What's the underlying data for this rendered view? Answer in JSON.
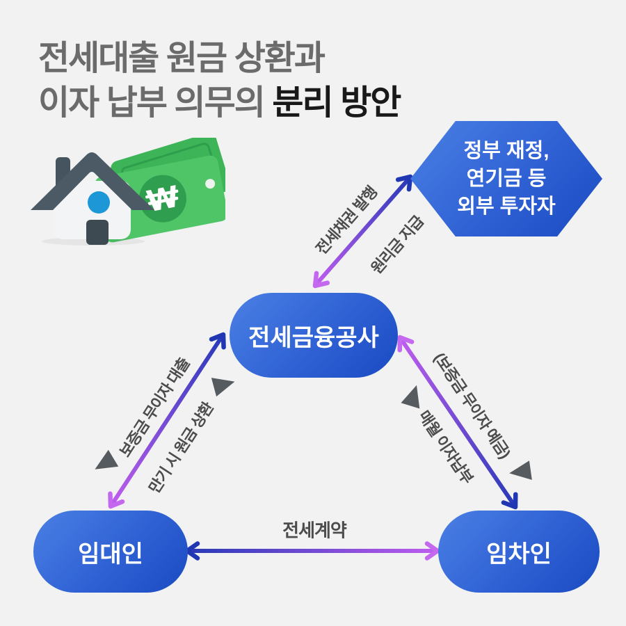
{
  "title": {
    "line1": "전세대출 원금 상환과",
    "line2_gray": "이자 납부 의무의",
    "line2_emph": "분리 방안"
  },
  "icons": {
    "hero": "house-with-won-banknotes-3d-icon",
    "won_symbol": "W",
    "flow_triangle": "direction-triangle"
  },
  "nodes": {
    "investor": {
      "shape": "hexagon",
      "line1": "정부 재정,",
      "line2": "연기금 등",
      "line3": "외부 투자자"
    },
    "corporation": {
      "shape": "pill",
      "label": "전세금융공사"
    },
    "landlord": {
      "shape": "pill",
      "label": "임대인"
    },
    "tenant": {
      "shape": "pill",
      "label": "임차인"
    }
  },
  "edges": {
    "corp_investor": {
      "upper_label": "전세채권 발행",
      "lower_label": "원리금 지급"
    },
    "corp_landlord": {
      "upper_label": "보증금 무이자 대출",
      "lower_label": "만기 시 원금 상환"
    },
    "corp_tenant": {
      "right_label": "(보증금 무이자 예금)",
      "left_label": "매월 이자납부"
    },
    "landlord_tenant": {
      "label": "전세계약"
    }
  },
  "colors": {
    "background": "#f1f2f1",
    "node_gradient_start": "#4b80e4",
    "node_gradient_end": "#1a4ac2",
    "arrow_blue": "#2a3ab8",
    "arrow_purple": "#bd5cee",
    "label_text": "#4c4c4c",
    "title_gray": "#6b6b6b",
    "title_black": "#191919",
    "triangle_gray": "#565b60",
    "banknote_green": "#4fc568",
    "house_roof": "#4b5a65",
    "window_blue": "#1e97d6"
  }
}
